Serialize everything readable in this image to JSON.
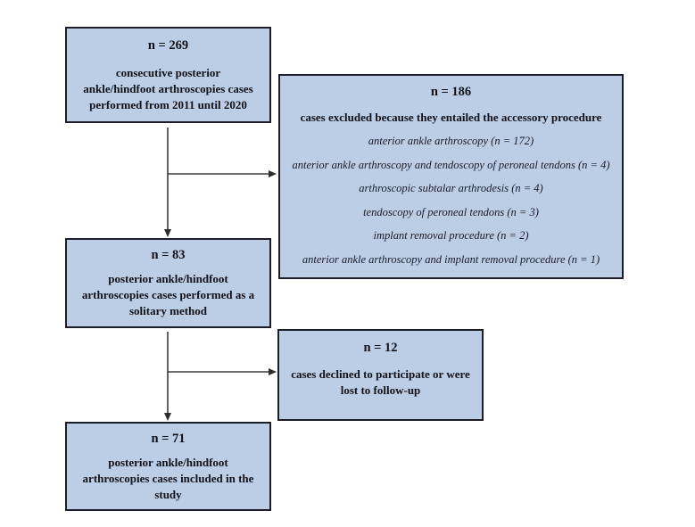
{
  "diagram": {
    "background_color": "#ffffff",
    "box_fill_color": "#bccde6",
    "box_border_color": "#1d1d29",
    "arrow_color": "#3c3c3c",
    "boxes": {
      "initial": {
        "count": "n = 269",
        "text": "consecutive posterior ankle/hindfoot arthroscopies cases performed from 2011 until 2020"
      },
      "excluded_accessory": {
        "count": "n = 186",
        "text": "cases excluded because they entailed the accessory procedure",
        "items": [
          "anterior ankle arthroscopy (n = 172)",
          "anterior ankle arthroscopy and tendoscopy of peroneal tendons (n = 4)",
          "arthroscopic subtalar arthrodesis (n = 4)",
          "tendoscopy of peroneal tendons (n = 3)",
          "implant removal procedure (n = 2)",
          "anterior ankle arthroscopy and implant removal procedure (n = 1)"
        ]
      },
      "solitary": {
        "count": "n = 83",
        "text": "posterior ankle/hindfoot arthroscopies cases performed as a solitary method"
      },
      "declined": {
        "count": "n = 12",
        "text": "cases declined to participate or were lost to follow-up"
      },
      "included": {
        "count": "n = 71",
        "text": "posterior ankle/hindfoot arthroscopies cases included in the study"
      }
    }
  }
}
